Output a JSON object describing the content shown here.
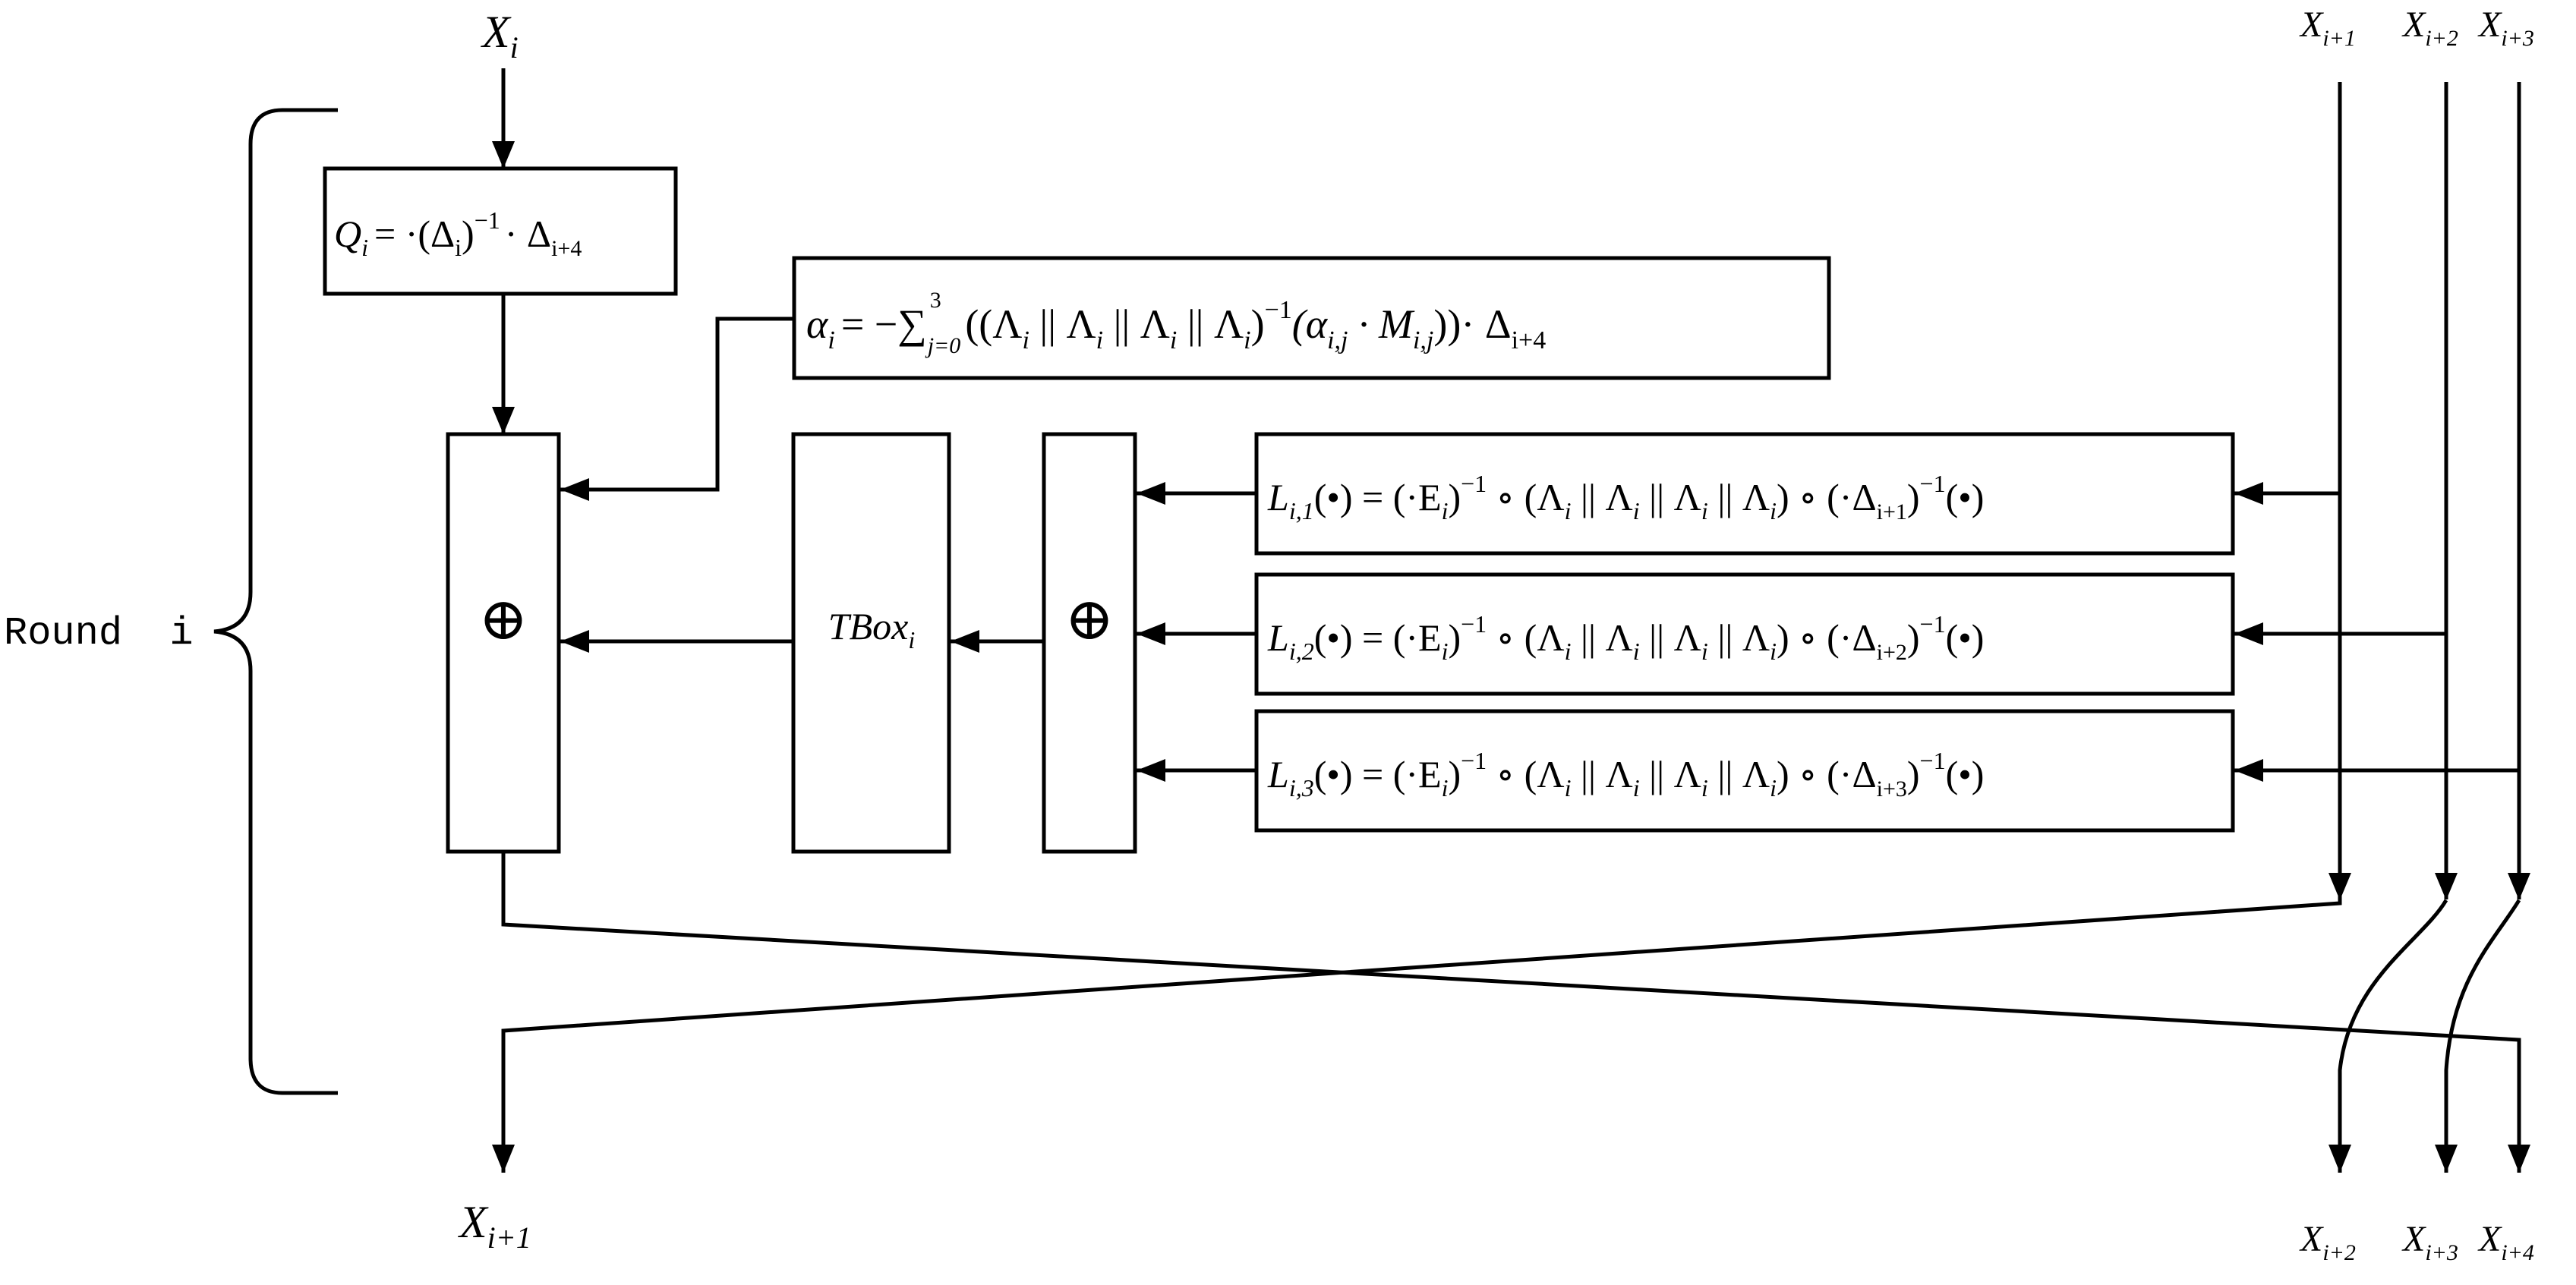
{
  "round_label": "Round  i",
  "inputs": {
    "x_i": {
      "base": "X",
      "sub": "i"
    },
    "x_i1": {
      "base": "X",
      "sub": "i+1"
    },
    "x_i2": {
      "base": "X",
      "sub": "i+2"
    },
    "x_i3": {
      "base": "X",
      "sub": "i+3"
    }
  },
  "outputs": {
    "x_i1": {
      "base": "X",
      "sub": "i+1"
    },
    "x_i2": {
      "base": "X",
      "sub": "i+2"
    },
    "x_i3": {
      "base": "X",
      "sub": "i+3"
    },
    "x_i4": {
      "base": "X",
      "sub": "i+4"
    }
  },
  "q_box": {
    "lhs": "Q",
    "lhs_sub": "i",
    "eq": "= ·(Δ",
    "delta_sub": "i",
    "close": ")",
    "sup": "−1",
    "tail": "· Δ",
    "tail_sub": "i+4"
  },
  "alpha_box": {
    "lhs": "α",
    "lhs_sub": "i",
    "eq": "= −∑",
    "sum_sup": "3",
    "sum_sub": "j=0",
    "body": "((Λ",
    "b1": "i",
    "b2": " || Λ",
    "b3": "i",
    "b4": " || Λ",
    "b5": "i",
    "b6": " || Λ",
    "b7": "i",
    "b8": ")",
    "inv": "−1",
    "b9": "(α",
    "b10": "i,j",
    "b11": " · M",
    "b12": "i,j",
    "b13": "))· Δ",
    "b14": "i+4"
  },
  "tbox": {
    "label": "TBox",
    "sub": "i"
  },
  "xor_symbol": "⊕",
  "l_boxes": [
    {
      "name": "L",
      "sub": "i,1",
      "delta_sub": "i+1"
    },
    {
      "name": "L",
      "sub": "i,2",
      "delta_sub": "i+2"
    },
    {
      "name": "L",
      "sub": "i,3",
      "delta_sub": "i+3"
    }
  ],
  "l_formula": {
    "arg": "(•) = (·E",
    "e_sub": "i",
    "e_close": ")",
    "inv": "−1",
    "mid": " ∘ (Λ",
    "m1": "i",
    "m2": " || Λ",
    "m3": "i",
    "m4": " || Λ",
    "m5": "i",
    "m6": " || Λ",
    "m7": "i",
    "m8": ") ∘ (·Δ",
    "tail": ")",
    "inv2": "−1",
    "end": "(•)"
  }
}
